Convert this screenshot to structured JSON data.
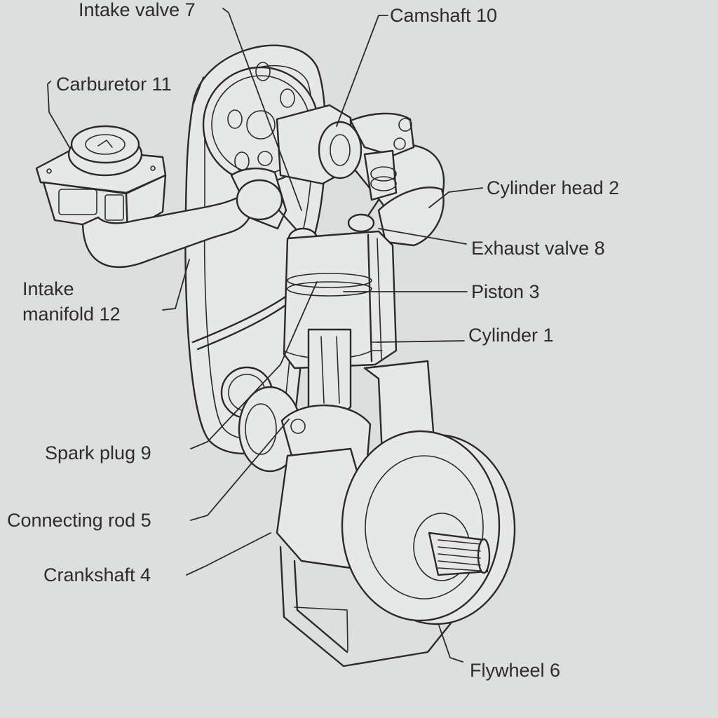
{
  "labels": {
    "intake_valve": "Intake valve 7",
    "camshaft": "Camshaft 10",
    "carburetor": "Carburetor 11",
    "cylinder_head": "Cylinder head 2",
    "exhaust_valve": "Exhaust valve 8",
    "piston": "Piston 3",
    "cylinder": "Cylinder 1",
    "intake_manifold_line1": "Intake",
    "intake_manifold_line2": "manifold 12",
    "spark_plug": "Spark plug 9",
    "connecting_rod": "Connecting rod 5",
    "crankshaft": "Crankshaft 4",
    "flywheel": "Flywheel 6"
  },
  "colors": {
    "paper": "#dcdfde",
    "ink": "#2a2a2a"
  }
}
